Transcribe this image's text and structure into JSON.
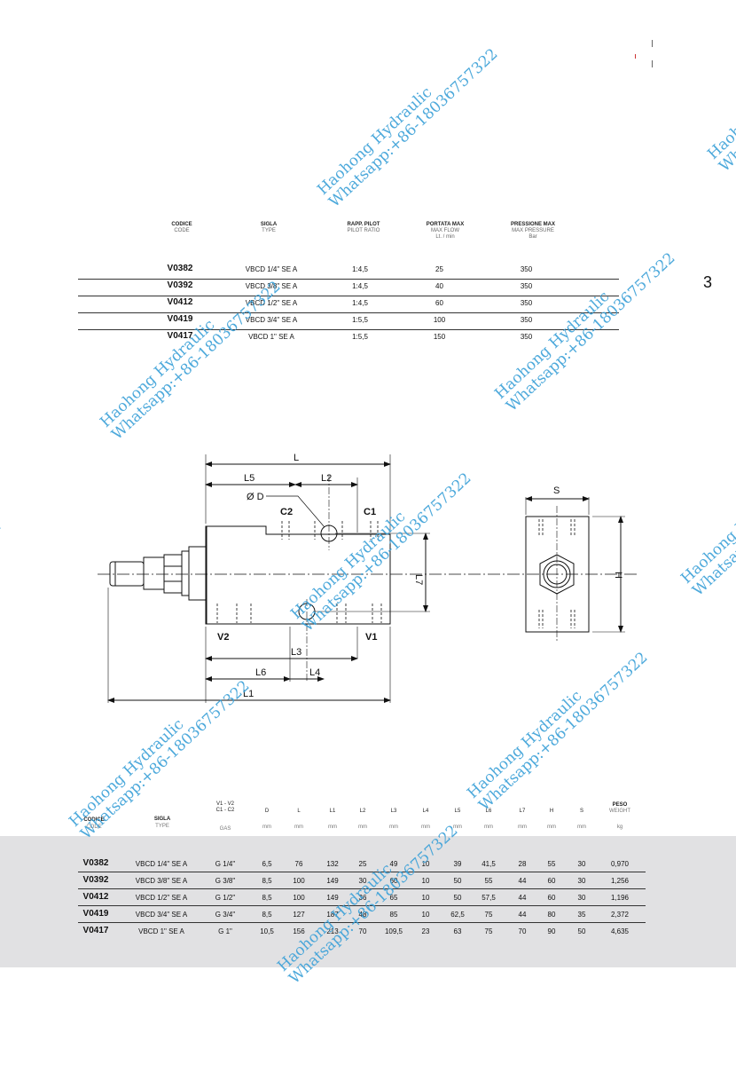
{
  "chapter": "3",
  "table_top": {
    "headers": [
      {
        "main": "CODICE",
        "sub": "CODE"
      },
      {
        "main": "SIGLA",
        "sub": "TYPE"
      },
      {
        "main": "RAPP. PILOT",
        "sub": "PILOT RATIO"
      },
      {
        "main": "PORTATA MAX",
        "sub": "MAX FLOW",
        "unit": "Lt. / min"
      },
      {
        "main": "PRESSIONE MAX",
        "sub": "MAX PRESSURE",
        "unit": "Bar"
      }
    ],
    "rows": [
      {
        "code": "V0382",
        "type": "VBCD 1/4\" SE A",
        "ratio": "1:4,5",
        "flow": "25",
        "pressure": "350"
      },
      {
        "code": "V0392",
        "type": "VBCD 3/8\" SE A",
        "ratio": "1:4,5",
        "flow": "40",
        "pressure": "350"
      },
      {
        "code": "V0412",
        "type": "VBCD 1/2\" SE A",
        "ratio": "1:4,5",
        "flow": "60",
        "pressure": "350"
      },
      {
        "code": "V0419",
        "type": "VBCD 3/4\" SE A",
        "ratio": "1:5,5",
        "flow": "100",
        "pressure": "350"
      },
      {
        "code": "V0417",
        "type": "VBCD 1\" SE A",
        "ratio": "1:5,5",
        "flow": "150",
        "pressure": "350"
      }
    ]
  },
  "drawing": {
    "labels": {
      "L": "L",
      "L5": "L5",
      "L2": "L2",
      "D": "Ø D",
      "C2": "C2",
      "C1": "C1",
      "L7": "L7",
      "V2": "V2",
      "V1": "V1",
      "L3": "L3",
      "L6": "L6",
      "L4": "L4",
      "L1": "L1",
      "S": "S",
      "H": "H"
    }
  },
  "table_bottom": {
    "headers": [
      {
        "main": "CODICE",
        "sub": "CODE"
      },
      {
        "main": "SIGLA",
        "sub": "TYPE"
      },
      {
        "main": "V1 - V2\nC1 - C2",
        "sub": "GAS"
      },
      {
        "main": "D",
        "sub": "mm"
      },
      {
        "main": "L",
        "sub": "mm"
      },
      {
        "main": "L1",
        "sub": "mm"
      },
      {
        "main": "L2",
        "sub": "mm"
      },
      {
        "main": "L3",
        "sub": "mm"
      },
      {
        "main": "L4",
        "sub": "mm"
      },
      {
        "main": "L5",
        "sub": "mm"
      },
      {
        "main": "L6",
        "sub": "mm"
      },
      {
        "main": "L7",
        "sub": "mm"
      },
      {
        "main": "H",
        "sub": "mm"
      },
      {
        "main": "S",
        "sub": "mm"
      },
      {
        "main": "PESO",
        "sub2": "WEIGHT",
        "sub": "kg"
      }
    ],
    "rows": [
      {
        "cells": [
          "V0382",
          "VBCD 1/4\" SE A",
          "G 1/4\"",
          "6,5",
          "76",
          "132",
          "25",
          "49",
          "10",
          "39",
          "41,5",
          "28",
          "55",
          "30",
          "0,970"
        ]
      },
      {
        "cells": [
          "V0392",
          "VBCD 3/8\" SE A",
          "G 3/8\"",
          "8,5",
          "100",
          "149",
          "30",
          "60",
          "10",
          "50",
          "55",
          "44",
          "60",
          "30",
          "1,256"
        ]
      },
      {
        "cells": [
          "V0412",
          "VBCD 1/2\" SE A",
          "G 1/2\"",
          "8,5",
          "100",
          "149",
          "36",
          "65",
          "10",
          "50",
          "57,5",
          "44",
          "60",
          "30",
          "1,196"
        ]
      },
      {
        "cells": [
          "V0419",
          "VBCD 3/4\" SE A",
          "G 3/4\"",
          "8,5",
          "127",
          "187",
          "48",
          "85",
          "10",
          "62,5",
          "75",
          "44",
          "80",
          "35",
          "2,372"
        ]
      },
      {
        "cells": [
          "V0417",
          "VBCD 1\" SE A",
          "G 1\"",
          "10,5",
          "156",
          "213",
          "70",
          "109,5",
          "23",
          "63",
          "75",
          "70",
          "90",
          "50",
          "4,635"
        ]
      }
    ]
  },
  "watermark": {
    "line1": "Haohong Hydraulic",
    "line2": "Whatsapp:+86-18036757322"
  }
}
